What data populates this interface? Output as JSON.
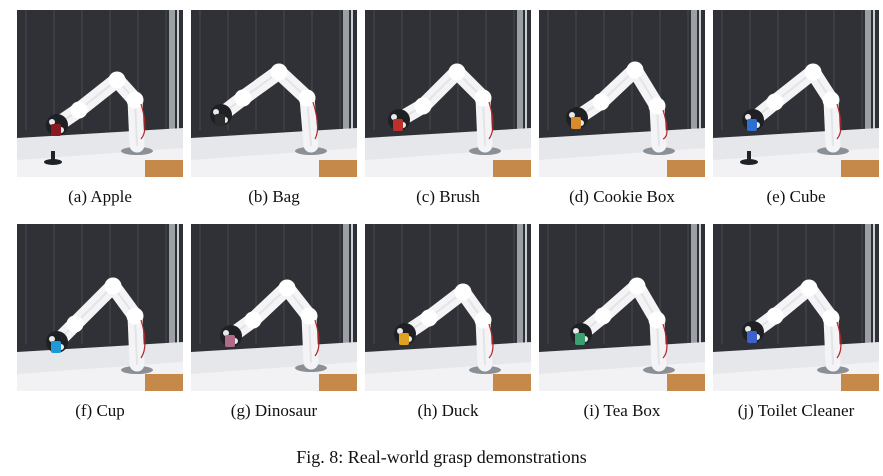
{
  "figure": {
    "panels": [
      {
        "label": "(a)",
        "object": "Apple",
        "object_color": "#8a1a22"
      },
      {
        "label": "(b)",
        "object": "Bag",
        "object_color": "#2c2c2c"
      },
      {
        "label": "(c)",
        "object": "Brush",
        "object_color": "#c0302a"
      },
      {
        "label": "(d)",
        "object": "Cookie Box",
        "object_color": "#d98a2a"
      },
      {
        "label": "(e)",
        "object": "Cube",
        "object_color": "#2e6fd0"
      },
      {
        "label": "(f)",
        "object": "Cup",
        "object_color": "#1e9ad8"
      },
      {
        "label": "(g)",
        "object": "Dinosaur",
        "object_color": "#b06a8a"
      },
      {
        "label": "(h)",
        "object": "Duck",
        "object_color": "#e0a020"
      },
      {
        "label": "(i)",
        "object": "Tea Box",
        "object_color": "#3aa070"
      },
      {
        "label": "(j)",
        "object": "Toilet Cleaner",
        "object_color": "#3a62c8"
      }
    ],
    "caption": "Fig. 8: Real-world grasp demonstrations"
  }
}
